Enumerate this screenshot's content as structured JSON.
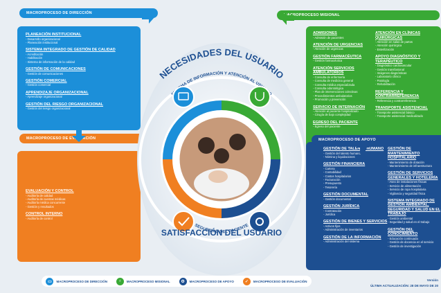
{
  "colors": {
    "direccion": "#1c8fd9",
    "misional": "#39a935",
    "apoyo": "#1d4f91",
    "evaluacion": "#f07f21",
    "background": "#e9eef3"
  },
  "headers": {
    "direccion": "MACROPROCESO DE DIRECCIÓN",
    "misional": "MACROPROCESO MISIONAL",
    "evaluacion": "MACROPROCESO DE EVALUACIÓN",
    "apoyo": "MACROPROCESO DE APOYO"
  },
  "center": {
    "necesidades": "NECESIDADES DEL USUARIO",
    "sistema": "SISTEMA DE INFORMACIÓN Y ATENCIÓN AL USUARIO",
    "seguridad": "SEGURIDAD DEL PACIENTE",
    "satisfaccion": "SATISFACCIÓN DEL USUARIO",
    "photo_desc": "family-photo"
  },
  "direccion": {
    "sections": [
      {
        "title": "PLANEACIÓN INSTITUCIONAL",
        "items": [
          "Desarrollo organizacional",
          "Planeación institucional"
        ]
      },
      {
        "title": "SISTEMA INTEGRADO DE GESTIÓN DE CALIDAD",
        "items": [
          "Acreditación",
          "Habilitación",
          "Sistema de información de la calidad"
        ]
      },
      {
        "title": "GESTIÓN DE COMUNICACIONES",
        "items": [
          "Gestión de comunicaciones"
        ]
      },
      {
        "title": "GESTIÓN COMERCIAL",
        "items": [
          "Gestión comercial"
        ]
      },
      {
        "title": "APRENDIZAJE ORGANIZACIONAL",
        "items": [
          "Aprendizaje organizacional"
        ]
      },
      {
        "title": "GESTIÓN DEL RIESGO ORGANIZACIONAL",
        "items": [
          "Gestión del riesgo organizacional"
        ]
      }
    ]
  },
  "misional": {
    "col1": [
      {
        "title": "ADMISIONES",
        "items": [
          "Admisión de pacientes"
        ]
      },
      {
        "title": "ATENCIÓN DE URGENCIAS",
        "items": [
          "Atención de urgencias"
        ]
      },
      {
        "title": "GESTIÓN FARMACÉUTICA",
        "items": [
          "Gestión farmacéutica"
        ]
      },
      {
        "title": "ATENCIÓN SERVICIOS AMBULATORIOS",
        "items": [
          "Consulta de enfermería",
          "Consulta de medicina general",
          "Consulta médica especializada",
          "Consulta odontológica",
          "Plan de intervenciones colectivas",
          "Procedimientos ambulatorios",
          "Promoción y prevención"
        ]
      },
      {
        "title": "SERVICIO DE INTERNACIÓN",
        "items": [
          "Atención al paciente hospitalizado",
          "Cirugía de bajo complejidad"
        ]
      },
      {
        "title": "EGRESO DEL PACIENTE",
        "items": [
          "Egreso del paciente"
        ]
      }
    ],
    "col2": [
      {
        "title": "ATENCIÓN EN CLÍNICAS QUIRÚRGICAS",
        "items": [
          "Atención en salas de partos",
          "Atención quirúrgica",
          "Esterilización"
        ]
      },
      {
        "title": "APOYO DIAGNÓSTICO Y TERAPÉUTICO",
        "items": [
          "Diagnóstico cardiovascular",
          "Gestión transfusional",
          "Imágenes diagnósticas",
          "Laboratorio clínico",
          "Patología",
          "Rehabilitación"
        ]
      },
      {
        "title": "REFERENCIA Y CONTRARREFERENCIA",
        "items": [
          "Referencia y contrarreferencia"
        ]
      },
      {
        "title": "TRANSPORTE ASISTENCIAL",
        "items": [
          "Transporte asistencial básico",
          "Transporte asistencial medicalizado"
        ]
      }
    ]
  },
  "evaluacion": {
    "sections": [
      {
        "title": "EVALUACIÓN Y CONTROL",
        "items": [
          "Auditoría de calidad",
          "Auditoría de cuentas médicas",
          "Auditoría médica concurrente",
          "Gestión y resultados"
        ]
      },
      {
        "title": "CONTROL INTERNO",
        "items": [
          "Auditoría de control"
        ]
      }
    ]
  },
  "apoyo": {
    "col1": [
      {
        "title": "GESTIÓN DE TALENTO HUMANO",
        "items": [
          "Gestión del talento humano",
          "Nómina y liquidaciones"
        ]
      },
      {
        "title": "GESTIÓN FINANCIERA",
        "items": [
          "Cartera",
          "Contabilidad",
          "Costos hospitalarios",
          "Facturación",
          "Presupuesto",
          "Tesorería"
        ]
      },
      {
        "title": "GESTIÓN DOCUMENTAL",
        "items": [
          "Gestión documental"
        ]
      },
      {
        "title": "GESTIÓN JURÍDICA",
        "items": [
          "Contratación",
          "Jurídica"
        ]
      },
      {
        "title": "GESTIÓN DE BIENES Y SERVICIOS",
        "items": [
          "Activos fijos",
          "Administración de inventarios"
        ]
      },
      {
        "title": "GESTIÓN DE LA INFORMACIÓN",
        "items": [
          "Administración del sistema"
        ]
      }
    ],
    "col2": [
      {
        "title": "GESTIÓN DE MANTENIMIENTO HOSPITALARIO",
        "items": [
          "Mantenimiento de dotación",
          "Mantenimiento de infraestructura"
        ]
      },
      {
        "title": "GESTIÓN DE SERVICIOS GENERALES Y HOTELERÍA",
        "items": [
          "Aseo de instalaciones físicas",
          "Servicio de alimentación",
          "Servicio de ropa hospitalaria",
          "Vigilancia y seguridad física"
        ]
      },
      {
        "title": "SISTEMA INTEGRADO DE GESTIÓN AMBIENTAL, SEGURIDAD Y SALUD EN EL TRABAJO",
        "items": [
          "Gestión ambiental",
          "Seguridad y salud en el trabajo"
        ]
      },
      {
        "title": "GESTIÓN DEL CONOCIMIENTO",
        "items": [
          "Educación continuada",
          "Gestión de docencia en el servicio",
          "Gestión de investigación"
        ]
      }
    ]
  },
  "legend": [
    {
      "label": "MACROPROCESO DE DIRECCIÓN",
      "color": "#1c8fd9",
      "icon": "monitor-icon"
    },
    {
      "label": "MACROPROCESO MISIONAL",
      "color": "#39a935",
      "icon": "stethoscope-icon"
    },
    {
      "label": "MACROPROCESO DE APOYO",
      "color": "#1d4f91",
      "icon": "gear-icon"
    },
    {
      "label": "MACROPROCESO DE EVALUACIÓN",
      "color": "#f07f21",
      "icon": "check-icon"
    }
  ],
  "footer": {
    "version": "Versión",
    "update": "ÚLTIMA ACTUALIZACIÓN: 28 DE MAYO DE 20"
  }
}
